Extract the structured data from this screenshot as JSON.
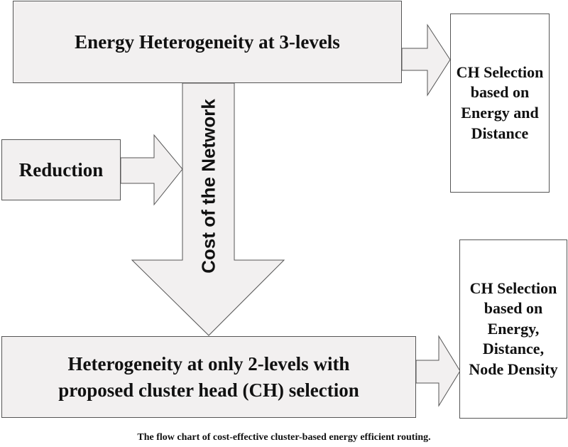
{
  "diagram": {
    "top_box": "Energy Heterogeneity at 3-levels",
    "reduction_box": "Reduction",
    "network_cost_label": "Cost of the Network",
    "bottom_box": [
      "Heterogeneity at only 2-levels with",
      "proposed cluster head (CH) selection"
    ],
    "right_top_box": [
      "CH Selection",
      "based on",
      "Energy and",
      "Distance"
    ],
    "right_bottom_box": [
      "CH Selection",
      "based on",
      "Energy,",
      "Distance,",
      "Node Density"
    ],
    "caption": "The flow chart of cost-effective cluster-based energy efficient routing."
  },
  "colors": {
    "box_fill": "#f2f0f0",
    "outline": "#555555",
    "text": "#111111"
  }
}
